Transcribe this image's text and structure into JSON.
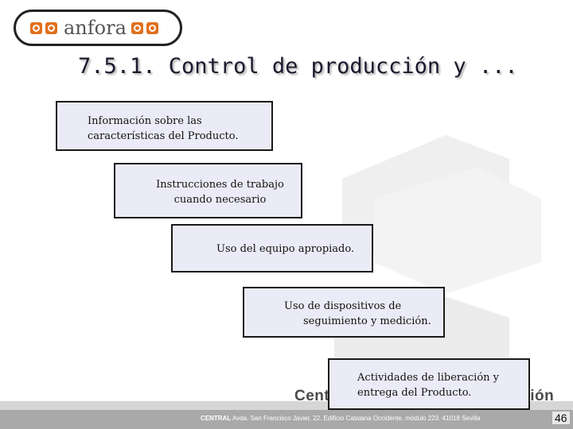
{
  "logo": {
    "text": "anfora",
    "icon": "swirl-icon",
    "accent_color": "#e0701e"
  },
  "title": "7.5.1. Control de producción y ...",
  "steps": [
    {
      "line1": "Información sobre las",
      "line2": "características del Producto."
    },
    {
      "line1": "Instrucciones de trabajo",
      "line2": "cuando necesario"
    },
    {
      "line1": "Uso del equipo apropiado.",
      "line2": ""
    },
    {
      "line1": "Uso de dispositivos de",
      "line2": "seguimiento y medición."
    },
    {
      "line1": "Actividades de liberación y",
      "line2": "entrega del Producto."
    }
  ],
  "watermark": {
    "left": "Cent",
    "right": "ión"
  },
  "footer": {
    "brand": "CENTRAL",
    "address": " Avda. San Francisco Javier, 22. Edificio Catalana Occidente, módulo 223. 41018 Sevilla"
  },
  "page_number": "46",
  "colors": {
    "box_fill": "#ebebf7",
    "box_border": "#1a1a1a",
    "footer": "#a9a9a9"
  }
}
